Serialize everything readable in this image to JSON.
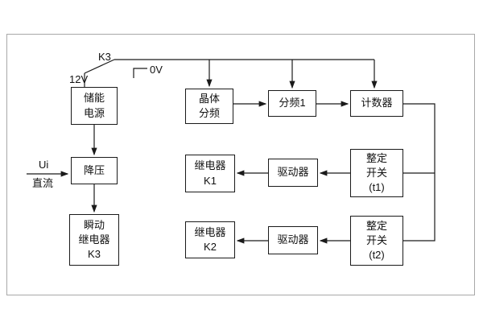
{
  "labels": {
    "k3": "K3",
    "v12": "12V",
    "v0": "0V",
    "ui": "Ui",
    "dc": "直流"
  },
  "blocks": {
    "storage_power": "储能\n电源",
    "step_down": "降压",
    "instant_relay_k3": "瞬动\n继电器\nK3",
    "crystal_divider": "晶体\n分频",
    "divider_1": "分频1",
    "counter": "计数器",
    "relay_k1": "继电器\nK1",
    "driver_1": "驱动器",
    "setting_switch_t1": "整定\n开关\n(t1)",
    "relay_k2": "继电器\nK2",
    "driver_2": "驱动器",
    "setting_switch_t2": "整定\n开关\n(t2)"
  }
}
